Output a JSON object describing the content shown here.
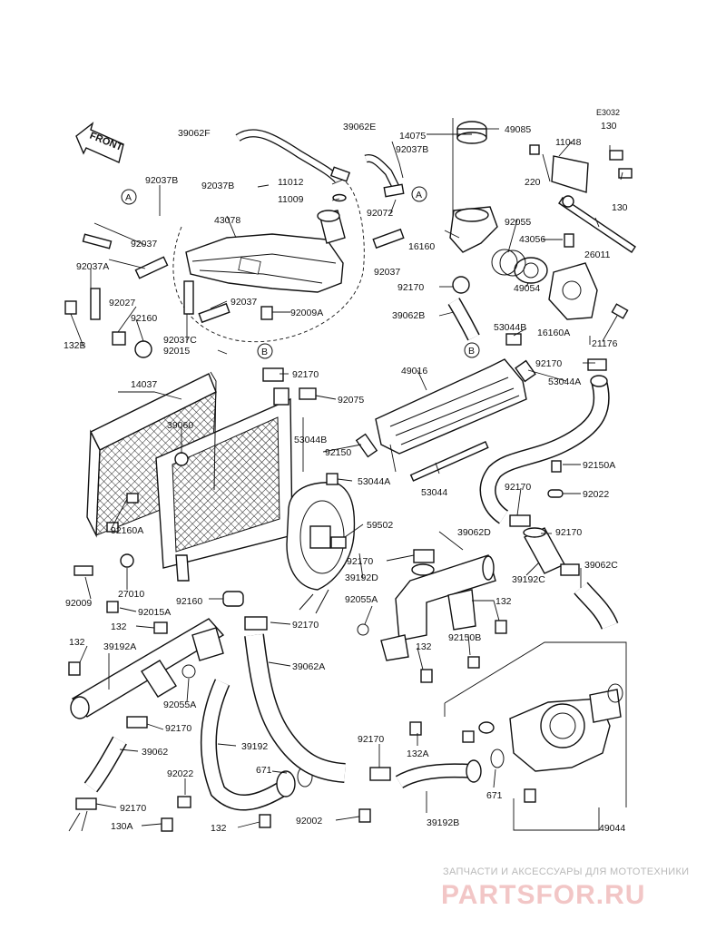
{
  "diagram_code": "E3032",
  "front_label": "FRONT",
  "ref_markers": [
    "A",
    "A",
    "B",
    "B"
  ],
  "part_labels": [
    "39062F",
    "39062E",
    "14075",
    "49085",
    "130",
    "11048",
    "92037B",
    "92037B",
    "11012",
    "11009",
    "92072",
    "220",
    "130",
    "43078",
    "92055",
    "92037",
    "16160",
    "43056",
    "26011",
    "92037A",
    "92037",
    "92170",
    "92027",
    "92037",
    "92009A",
    "49054",
    "39062B",
    "92160",
    "53044B",
    "16160A",
    "132B",
    "92037C",
    "21176",
    "92015",
    "92170",
    "49016",
    "92170",
    "53044A",
    "14037",
    "92075",
    "39060",
    "53044B",
    "92150",
    "53044A",
    "92150A",
    "53044",
    "92170",
    "92022",
    "59502",
    "39062D",
    "92160A",
    "92170",
    "92170",
    "39192D",
    "39192C",
    "39062C",
    "92009",
    "27010",
    "92160",
    "92055A",
    "132",
    "92015A",
    "132",
    "92170",
    "92150B",
    "132",
    "39192A",
    "39062A",
    "132",
    "92055A",
    "92170",
    "92170",
    "39062",
    "39192",
    "671",
    "132A",
    "92022",
    "671",
    "92170",
    "130A",
    "132",
    "92002",
    "39192B",
    "49044"
  ],
  "watermark": {
    "line1": "ЗАПЧАСТИ И АКСЕССУАРЫ ДЛЯ МОТОТЕХНИКИ",
    "logo": "PARTSFOR.RU"
  },
  "colors": {
    "ink": "#111111",
    "watermark_small": "#b9b9b9",
    "watermark_logo": "#f2c6c6"
  }
}
